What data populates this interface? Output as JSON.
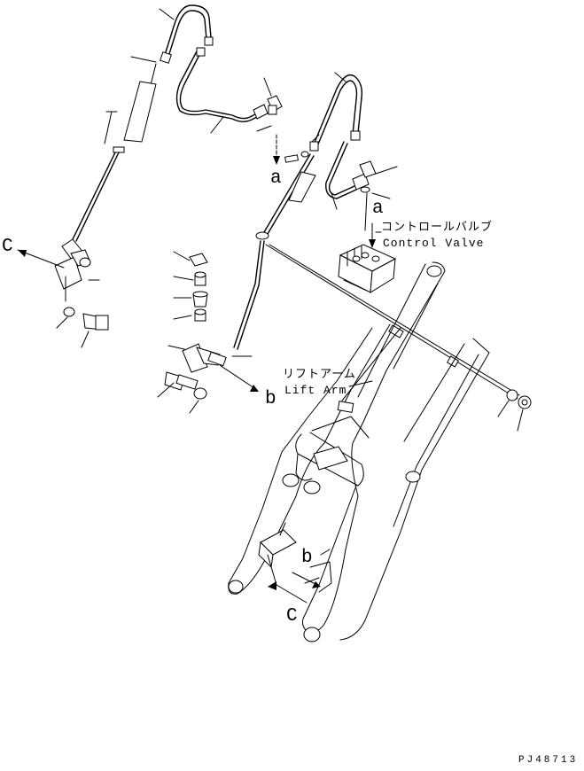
{
  "callouts": {
    "a_upper": "a",
    "a_right": "a",
    "b_lower": "b",
    "b_frame": "b",
    "c_left": "C",
    "c_frame": "C"
  },
  "notes": {
    "control_valve_jp": "コントロールバルブ",
    "control_valve_en": "Control Valve",
    "lift_arm_jp": "リフトアーム",
    "lift_arm_en": "Lift Arm"
  },
  "drawing_code": "PJ48713"
}
